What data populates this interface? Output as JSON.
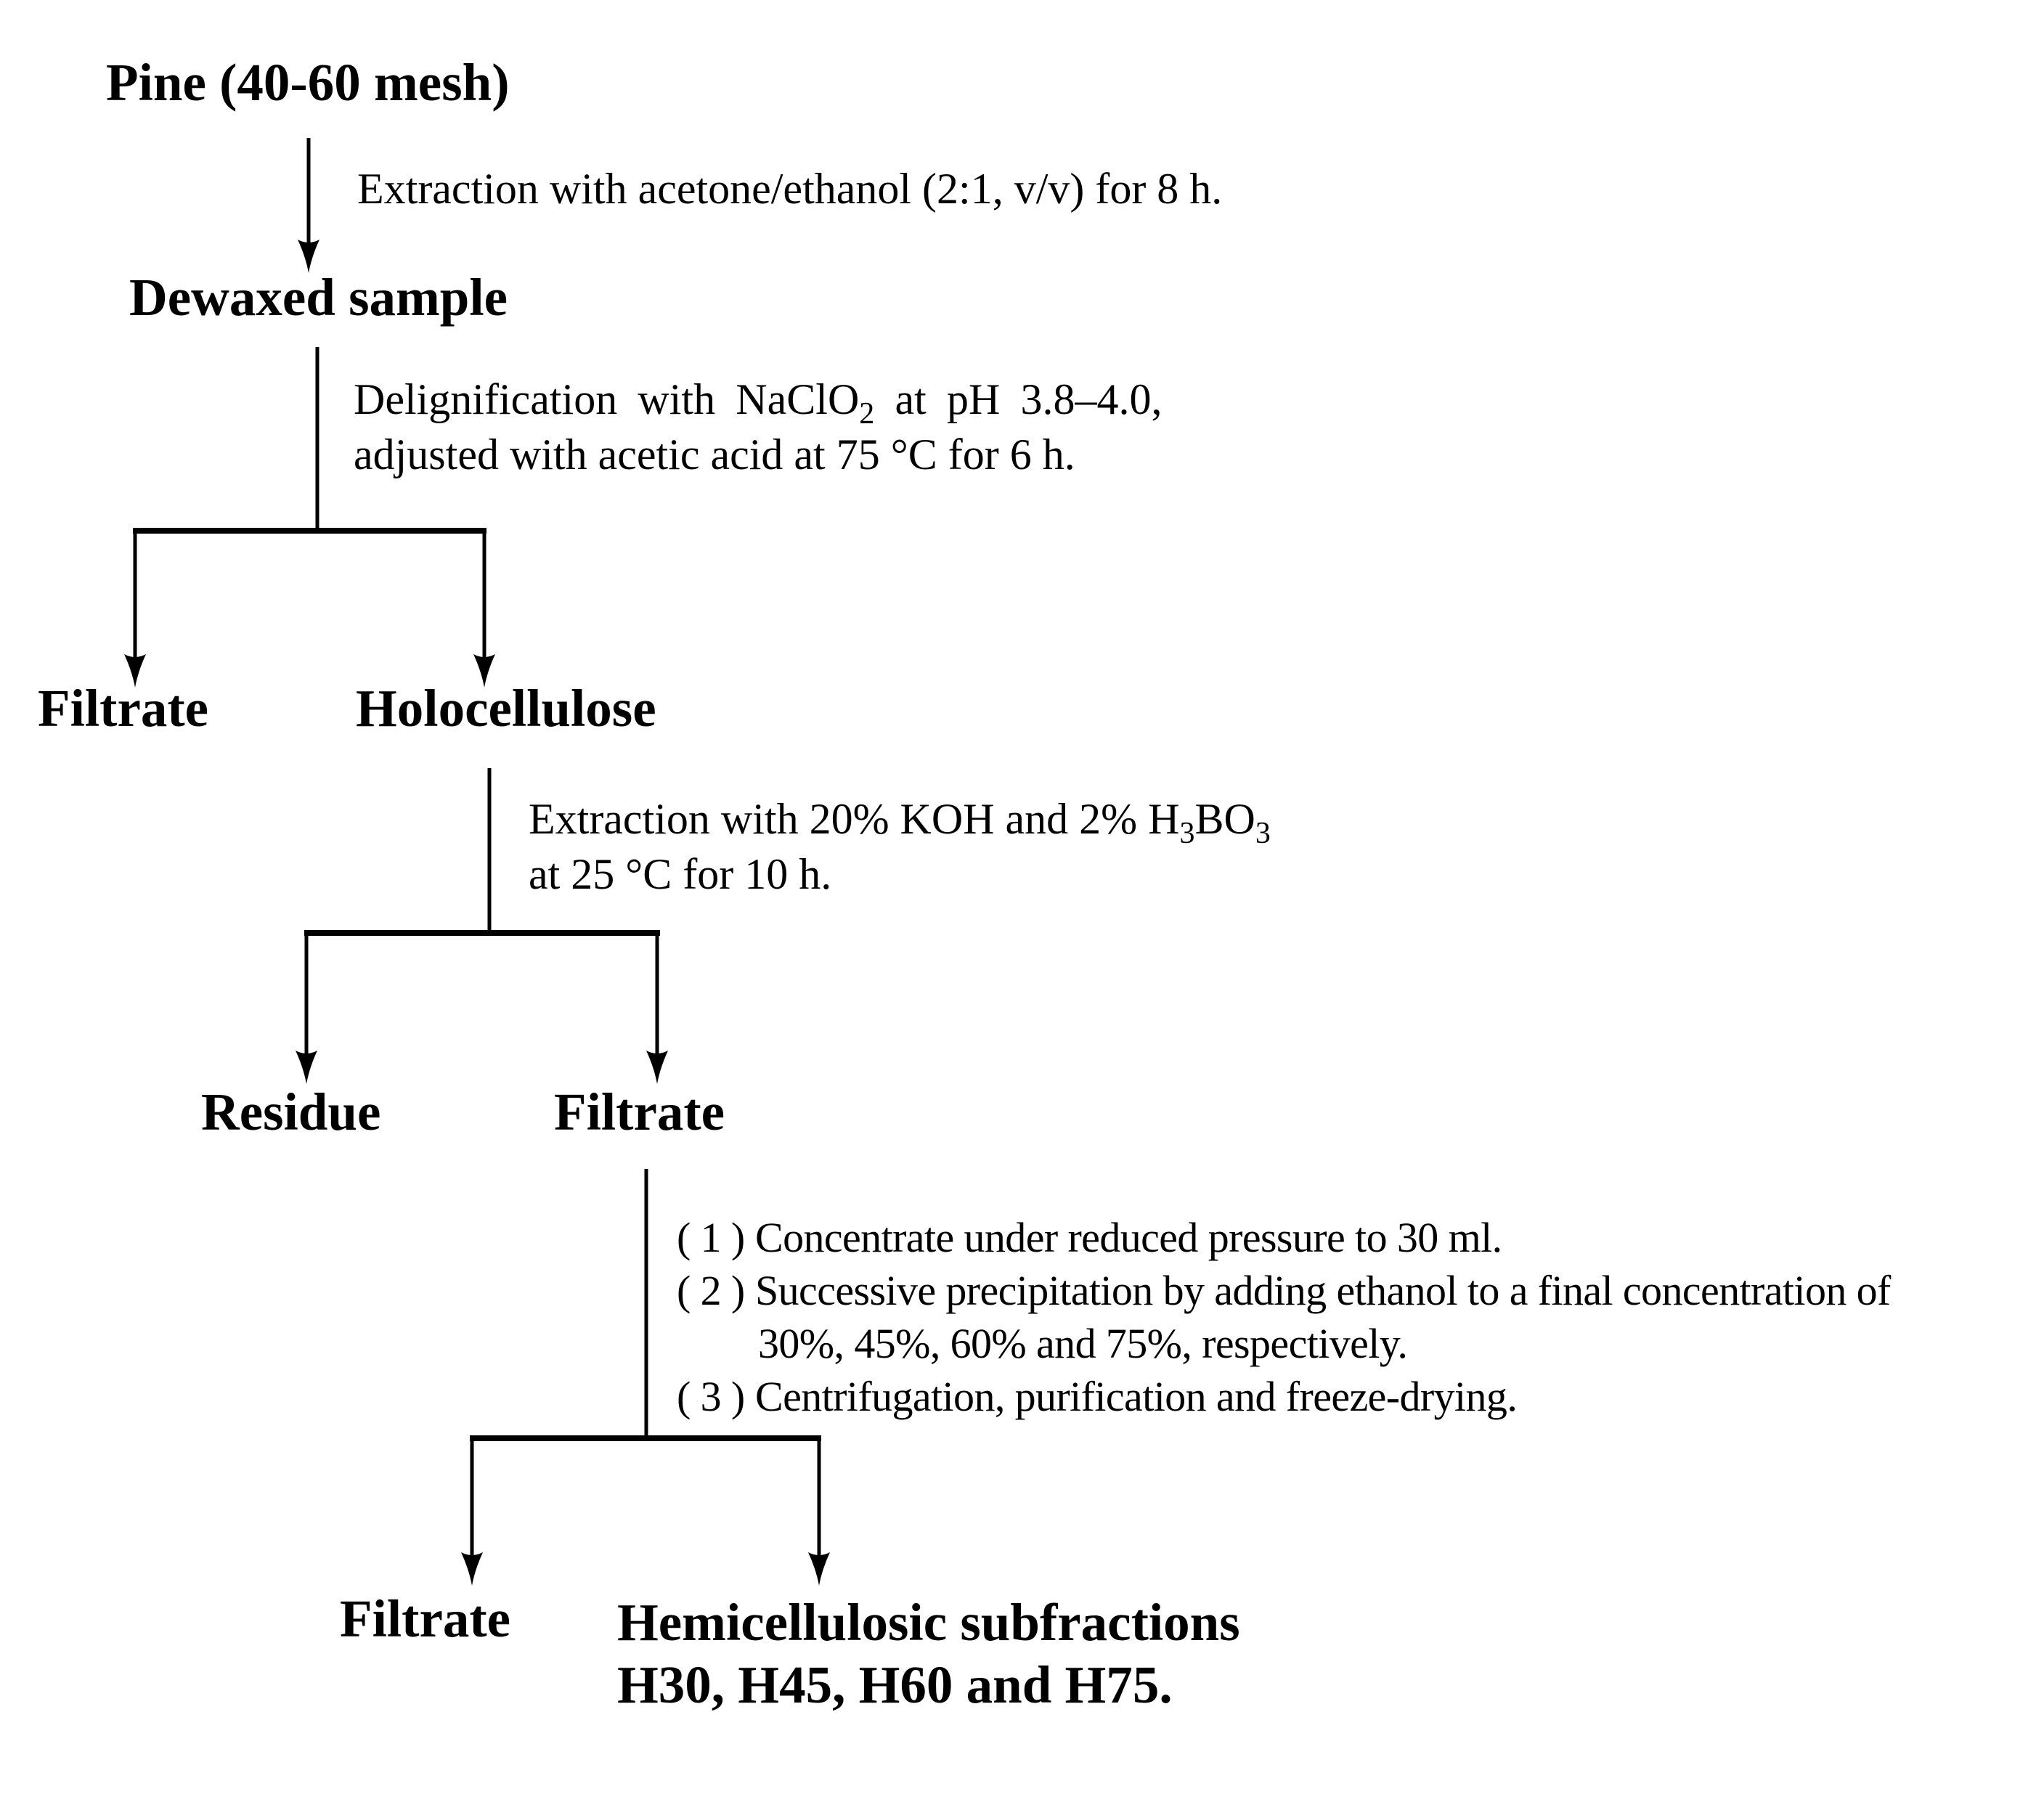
{
  "flowchart": {
    "nodes": {
      "pine": "Pine (40-60 mesh)",
      "dewaxed": "Dewaxed sample",
      "filtrate_1": "Filtrate",
      "holocellulose": "Holocellulose",
      "residue": "Residue",
      "filtrate_2": "Filtrate",
      "filtrate_3": "Filtrate",
      "hemicellulosic_line1": "Hemicellulosic subfractions",
      "hemicellulosic_line2": "H30, H45, H60 and H75."
    },
    "annotations": {
      "dewaxing": "Extraction with acetone/ethanol (2:1, v/v) for 8 h.",
      "delignification": {
        "line1_a": "Delignification with NaClO",
        "line1_sub": "2",
        "line1_b": " at pH 3.8–4.0,",
        "line2": "adjusted with acetic acid at 75 °C for 6 h."
      },
      "alkali_extraction": {
        "line1_a": "Extraction with 20% KOH and 2% H",
        "line1_sub1": "3",
        "line1_b": "BO",
        "line1_sub2": "3",
        "line2": "at 25 °C for 10 h."
      },
      "workup": {
        "step1_num": "( 1 )",
        "step1_text": "Concentrate under reduced pressure to 30 ml.",
        "step2_num": "( 2 )",
        "step2_text": "Successive precipitation by adding ethanol to a final concentration of",
        "step2_cont": "30%, 45%, 60% and 75%, respectively.",
        "step3_num": "( 3 )",
        "step3_text": "Centrifugation, purification and freeze-drying."
      }
    },
    "colors": {
      "ink": "#000000",
      "background": "#ffffff"
    }
  }
}
